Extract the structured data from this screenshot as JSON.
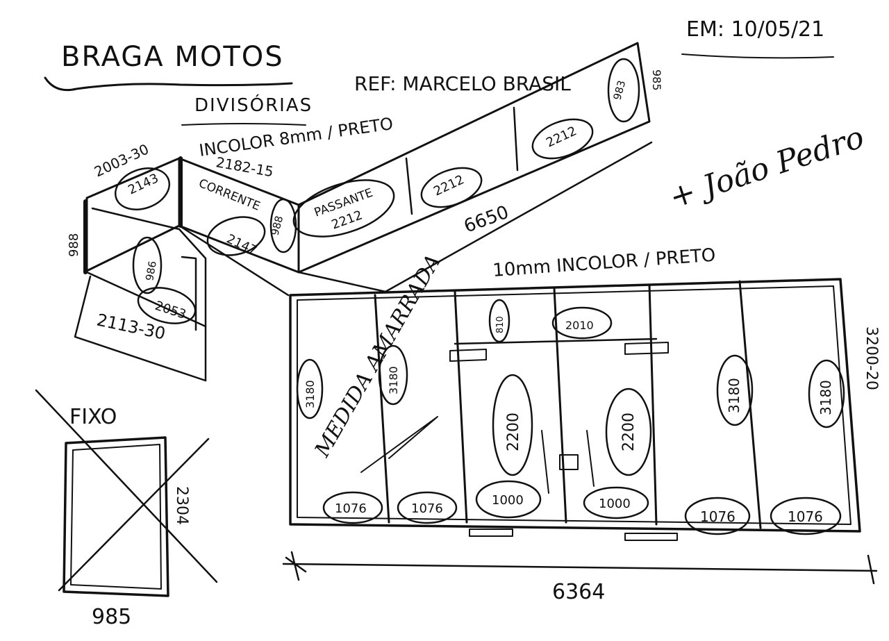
{
  "header": {
    "client": "BRAGA MOTOS",
    "subtitle": "DIVISÓRIAS",
    "date": "EM: 10/05/21",
    "ref": "REF: MARCELO BRASIL",
    "author": "+ João Pedro"
  },
  "top_drawing": {
    "glass_spec": "INCOLOR 8mm / PRETO",
    "dim_height_left": "2003-30",
    "dim_height_mid": "2182-15",
    "dim_left_h": "988",
    "dim_right_h": "985",
    "dim_bottom": "2113-30",
    "dim_run": "6650",
    "label_corner": "CORRENTE",
    "label_pass": "PASSANTE",
    "panels": [
      "2143",
      "2147",
      "988",
      "2212",
      "2212",
      "2212",
      "983",
      "986",
      "2053"
    ]
  },
  "front_drawing": {
    "glass_spec": "10mm INCOLOR / PRETO",
    "dim_right": "3200-20",
    "dim_bottom": "6364",
    "note": "MEDIDA AMARRADA",
    "top_panel": "2010",
    "top_small": "810",
    "heights": [
      "3180",
      "3180",
      "2200",
      "2200",
      "3180",
      "3180"
    ],
    "widths": [
      "1076",
      "1076",
      "1000",
      "1000",
      "1076",
      "1076"
    ]
  },
  "fixed_panel": {
    "label": "FIXO",
    "dim_h": "2304",
    "dim_w": "985"
  }
}
